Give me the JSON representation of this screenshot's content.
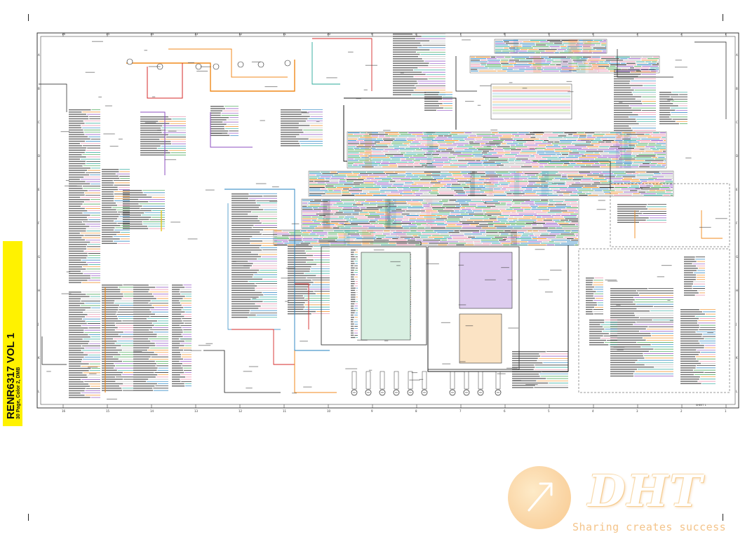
{
  "side_label": {
    "title": "RENR6317 VOL 1",
    "subtitle": "30 Page, Color 2, DMB"
  },
  "sheet": {
    "sheet_label": "SHEET 1",
    "column_numbers_top": [
      "16",
      "15",
      "14",
      "13",
      "12",
      "11",
      "10",
      "9",
      "8",
      "7",
      "6",
      "5",
      "4",
      "3",
      "2",
      "1"
    ],
    "row_letters": [
      "A",
      "B",
      "C",
      "D",
      "E",
      "F",
      "G",
      "H",
      "J",
      "K",
      "L"
    ]
  },
  "watermark": {
    "logo_text": "DHT",
    "tagline": "Sharing creates success"
  },
  "colors": {
    "wire_black": "#1a1a1a",
    "wire_purple": "#8e4fc2",
    "wire_teal": "#2aa89a",
    "wire_blue": "#1f7fbf",
    "wire_orange": "#f08a1c",
    "wire_red": "#d62828",
    "wire_pink": "#e889a8",
    "wire_green": "#3aa04a",
    "wire_yellow": "#e8c41c",
    "highlight_yellow": "#fff200",
    "connector_green_fill": "#d8efe1",
    "connector_purple_fill": "#dccbee",
    "connector_peach_fill": "#fbe3c4"
  }
}
